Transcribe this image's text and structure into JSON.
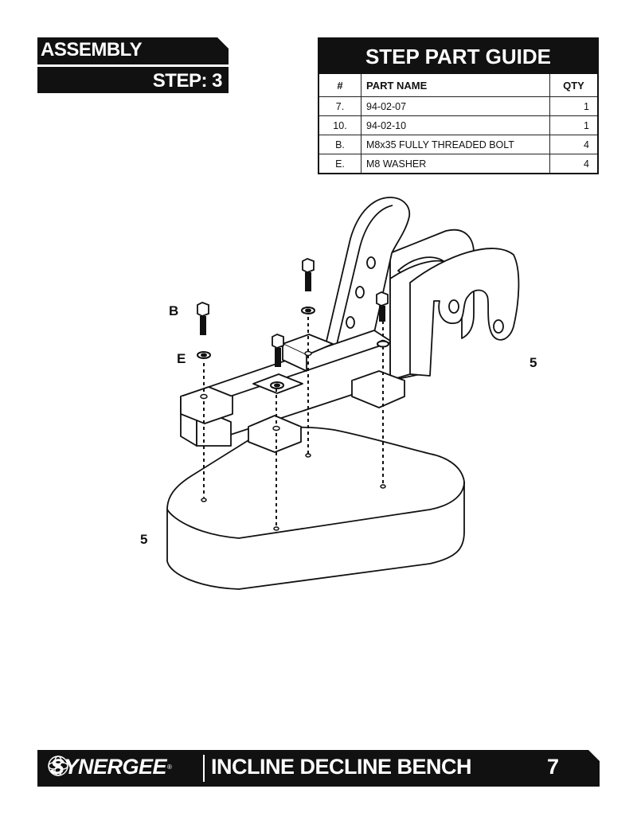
{
  "header": {
    "section": "ASSEMBLY",
    "step": "STEP: 3"
  },
  "guide": {
    "title": "STEP PART GUIDE",
    "columns": [
      "#",
      "PART NAME",
      "QTY"
    ],
    "rows": [
      {
        "num": "7.",
        "name": "94-02-07",
        "qty": "1"
      },
      {
        "num": "10.",
        "name": "94-02-10",
        "qty": "1"
      },
      {
        "num": "B.",
        "name": "M8x35 FULLY THREADED BOLT",
        "qty": "4"
      },
      {
        "num": "E.",
        "name": "M8 WASHER",
        "qty": "4"
      }
    ]
  },
  "diagram": {
    "callouts": {
      "bolt": "B",
      "washer": "E",
      "frame_part": "5",
      "seat_part": "5"
    }
  },
  "footer": {
    "brand": "SYNERGEE",
    "registered": "®",
    "product": "INCLINE DECLINE BENCH",
    "page": "7"
  }
}
